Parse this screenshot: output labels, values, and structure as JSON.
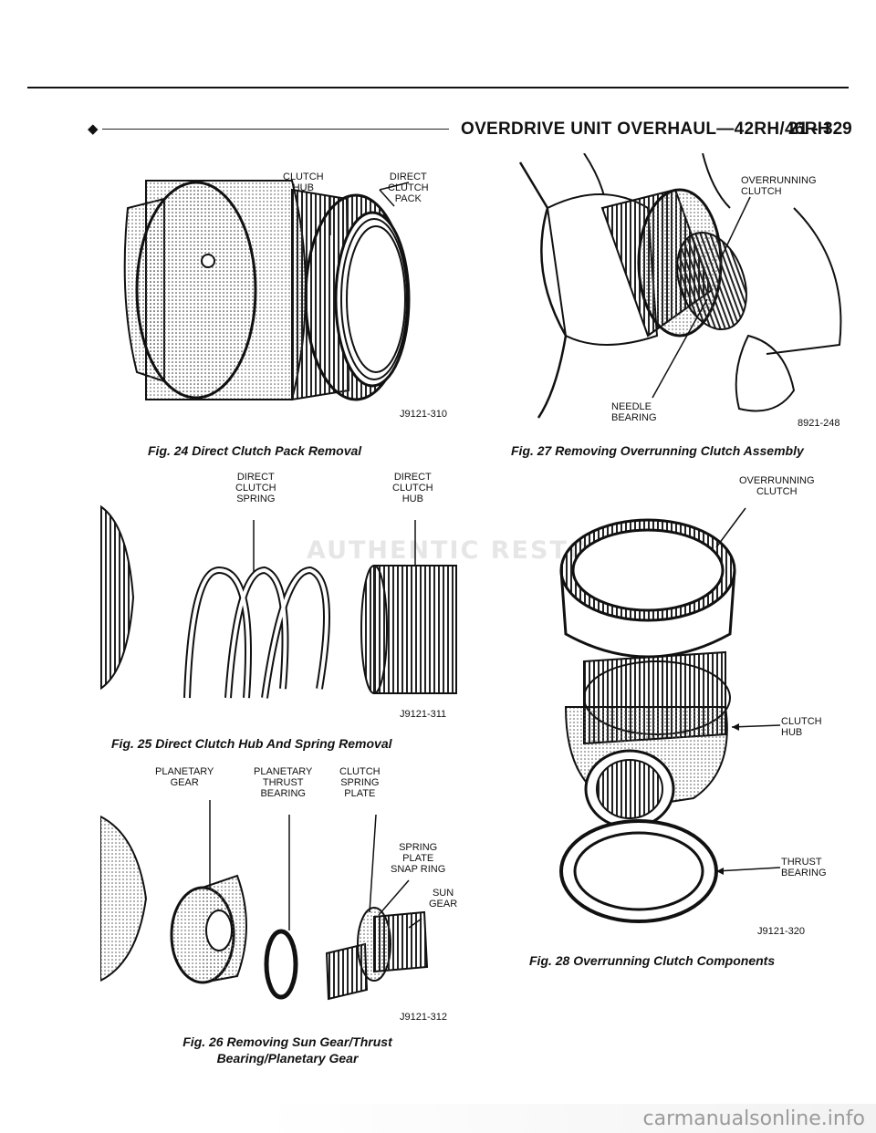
{
  "header": {
    "title": "OVERDRIVE UNIT OVERHAUL—42RH/46RH",
    "page_number": "21 - 329"
  },
  "figures": {
    "fig24": {
      "caption": "Fig. 24 Direct Clutch Pack Removal",
      "code": "J9121-310",
      "labels": [
        "CLUTCH\nHUB",
        "DIRECT\nCLUTCH\nPACK"
      ]
    },
    "fig25": {
      "caption": "Fig. 25 Direct Clutch Hub And Spring Removal",
      "code": "J9121-311",
      "labels": [
        "DIRECT\nCLUTCH\nSPRING",
        "DIRECT\nCLUTCH\nHUB"
      ]
    },
    "fig26": {
      "caption_line1": "Fig. 26 Removing Sun Gear/Thrust",
      "caption_line2": "Bearing/Planetary Gear",
      "code": "J9121-312",
      "labels": [
        "PLANETARY\nGEAR",
        "PLANETARY\nTHRUST\nBEARING",
        "CLUTCH\nSPRING\nPLATE",
        "SPRING\nPLATE\nSNAP RING",
        "SUN\nGEAR"
      ]
    },
    "fig27": {
      "caption": "Fig. 27 Removing Overrunning Clutch Assembly",
      "code": "8921-248",
      "labels": [
        "OVERRUNNING\nCLUTCH",
        "NEEDLE\nBEARING"
      ]
    },
    "fig28": {
      "caption": "Fig. 28 Overrunning Clutch Components",
      "code": "J9121-320",
      "labels": [
        "OVERRUNNING\nCLUTCH",
        "CLUTCH\nHUB",
        "THRUST\nBEARING"
      ]
    }
  },
  "watermark": {
    "site": "carmanualsonline.info",
    "logo": "AUTHENTIC RESTORATION"
  }
}
